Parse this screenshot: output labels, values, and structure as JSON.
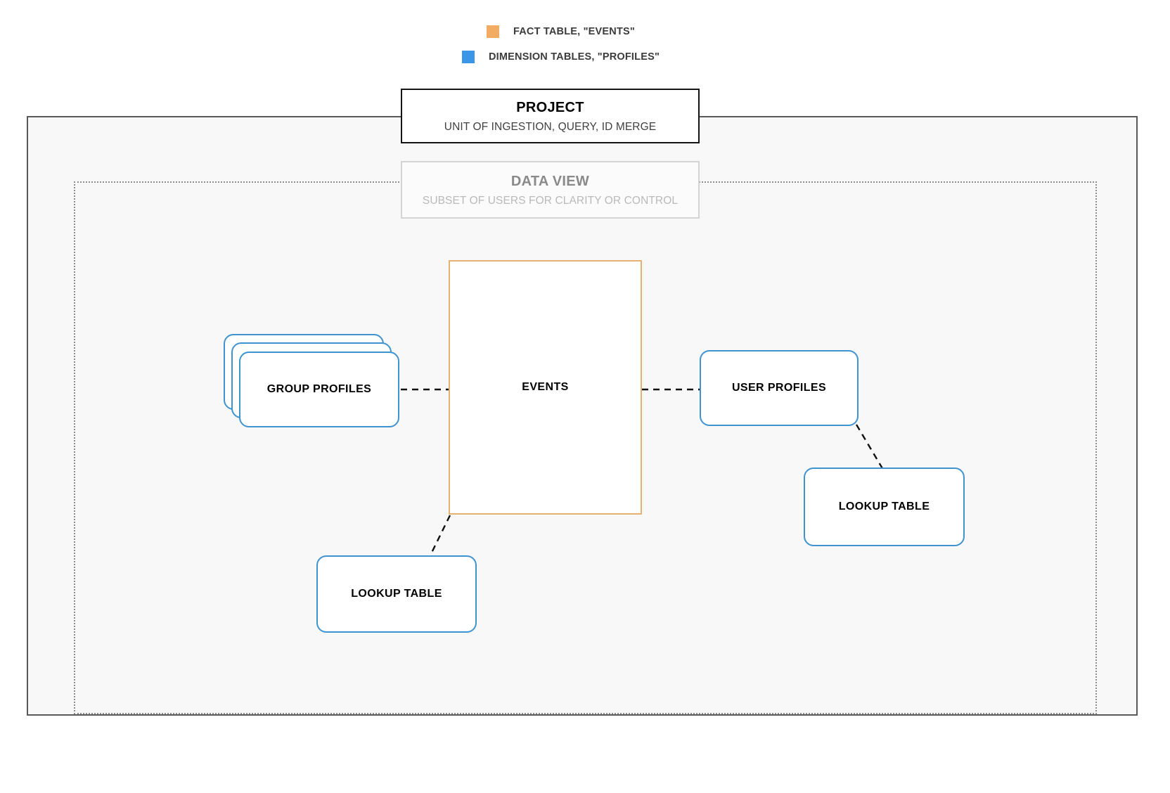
{
  "legend": {
    "items": [
      {
        "icon": "orange-square-swatch",
        "color": "#f2ab63",
        "label": "FACT TABLE, \"EVENTS\""
      },
      {
        "icon": "blue-square-swatch",
        "color": "#3a97e8",
        "label": "DIMENSION TABLES, \"PROFILES\""
      }
    ]
  },
  "project": {
    "title": "PROJECT",
    "subtitle": "UNIT OF INGESTION, QUERY, ID MERGE",
    "border_color": "#141414",
    "container_border_color": "#59595b",
    "container_fill": "#f8f8f8"
  },
  "data_view": {
    "title": "DATA VIEW",
    "subtitle": "SUBSET OF USERS FOR CLARITY OR CONTROL",
    "border_color": "#d4d4d4",
    "container_border_color": "#8d8d8d"
  },
  "nodes": {
    "events": {
      "label": "EVENTS",
      "kind": "fact-table",
      "color": "#e6b272"
    },
    "group_profiles": {
      "label": "GROUP PROFILES",
      "kind": "dimension-table",
      "color": "#3f93cf",
      "stack_count": 3
    },
    "user_profiles": {
      "label": "USER PROFILES",
      "kind": "dimension-table",
      "color": "#3f93cf"
    },
    "lookup_table_left": {
      "label": "LOOKUP TABLE",
      "kind": "dimension-table",
      "color": "#3f93cf"
    },
    "lookup_table_right": {
      "label": "LOOKUP TABLE",
      "kind": "dimension-table",
      "color": "#3f93cf"
    }
  },
  "connectors": {
    "stroke_color": "#111111",
    "style": "dashed",
    "links": [
      {
        "from": "group_profiles",
        "to": "events"
      },
      {
        "from": "events",
        "to": "user_profiles"
      },
      {
        "from": "events",
        "to": "lookup_table_left"
      },
      {
        "from": "user_profiles",
        "to": "lookup_table_right"
      }
    ]
  }
}
